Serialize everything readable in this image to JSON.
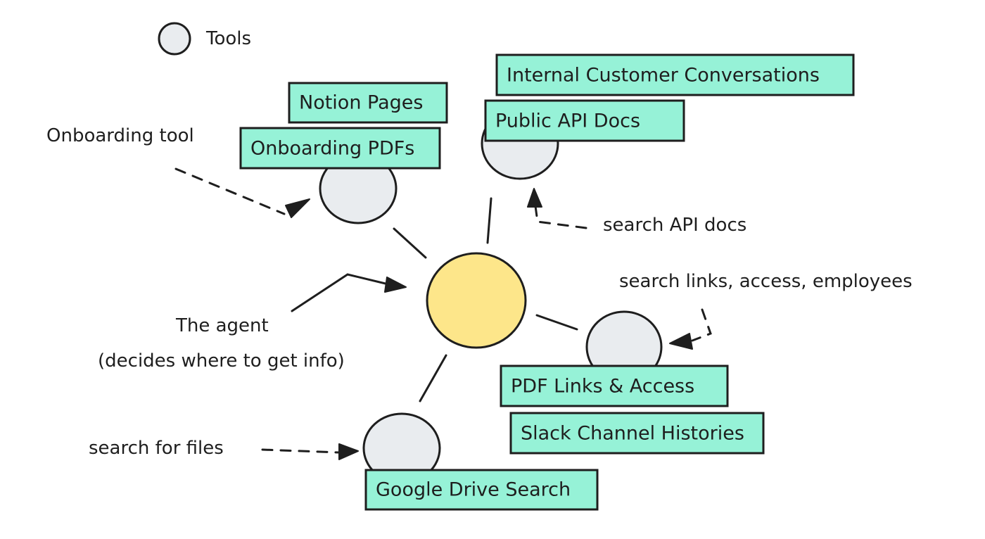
{
  "legend": {
    "label": "Tools"
  },
  "tool_boxes": {
    "notion_pages": "Notion Pages",
    "onboarding_pdfs": "Onboarding PDFs",
    "internal_customer_conversations": "Internal Customer Conversations",
    "public_api_docs": "Public API Docs",
    "pdf_links_access": "PDF Links & Access",
    "slack_channel_histories": "Slack Channel Histories",
    "google_drive_search": "Google Drive Search"
  },
  "annotations": {
    "onboarding_tool": "Onboarding tool",
    "search_api_docs": "search API docs",
    "search_links": "search links, access, employees",
    "agent_line1": "The agent",
    "agent_line2": "(decides where to get info)",
    "search_files": "search for files"
  },
  "colors": {
    "tool_node": "#e9ecef",
    "agent_node": "#fde68a",
    "box_fill": "#96f2d7",
    "stroke": "#1e1e1e"
  }
}
